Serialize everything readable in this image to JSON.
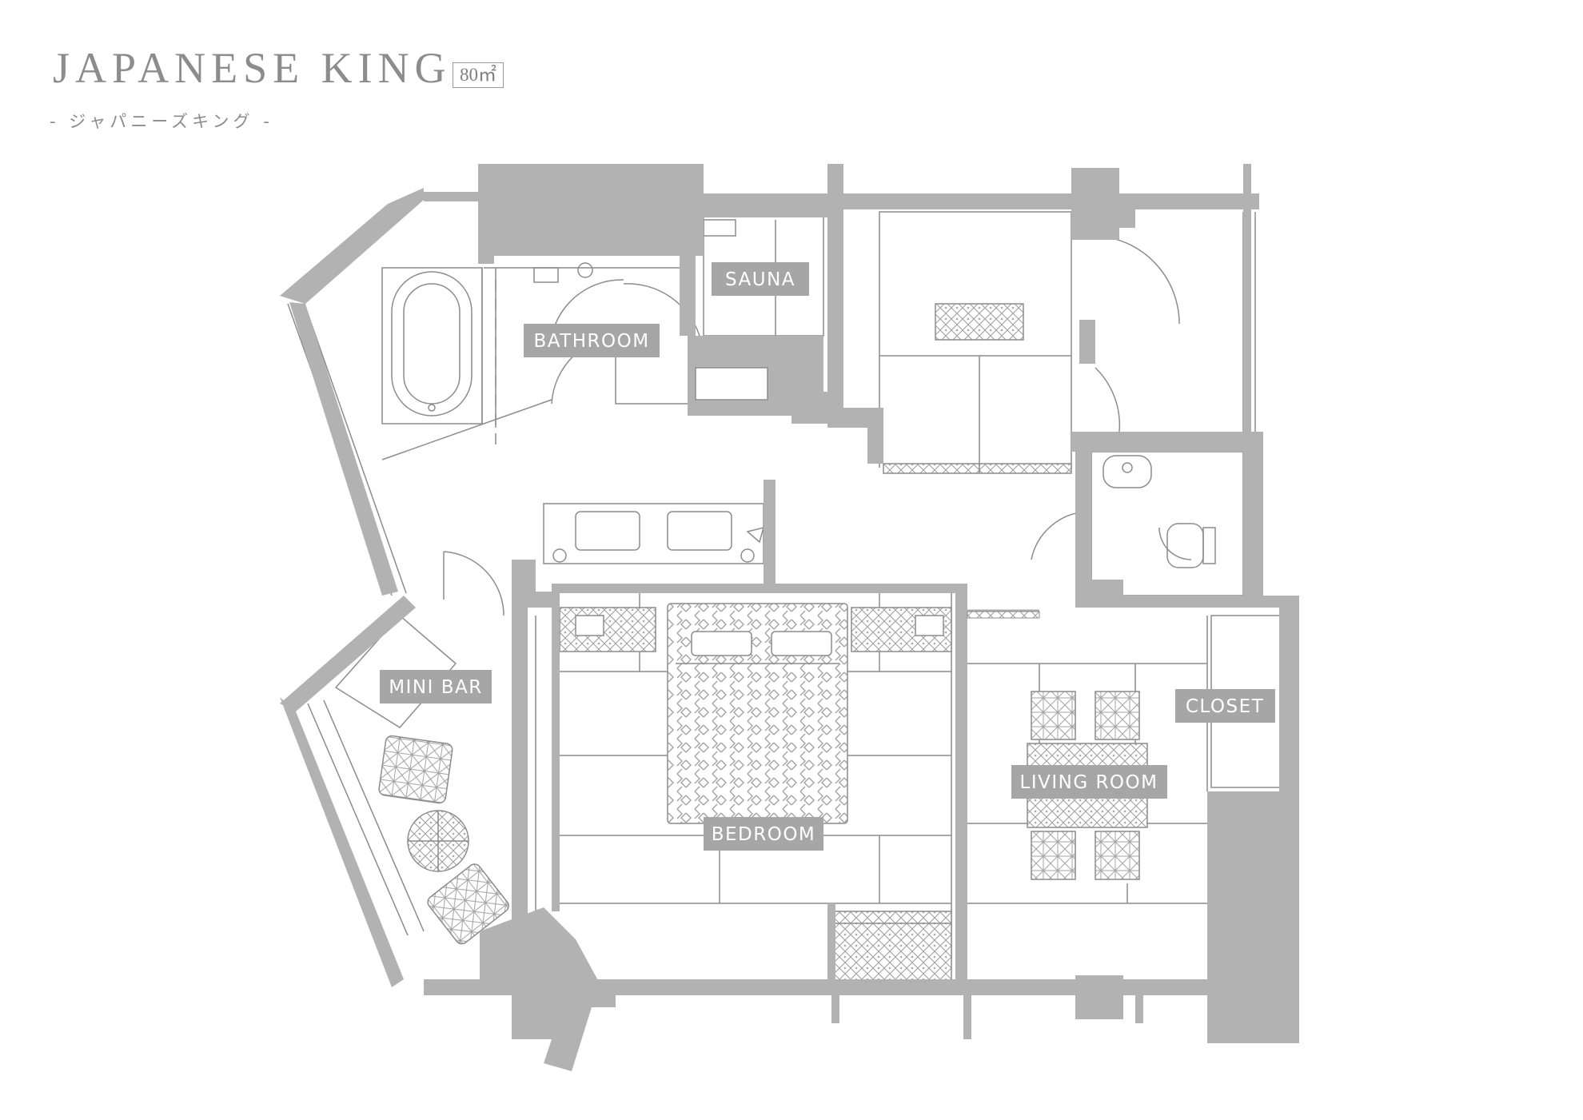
{
  "header": {
    "title": "JAPANESE KING",
    "area": "80㎡",
    "subtitle": "- ジャパニーズキング -"
  },
  "rooms": {
    "sauna": "SAUNA",
    "bathroom": "BATHROOM",
    "mini_bar": "MINI BAR",
    "bedroom": "BEDROOM",
    "closet": "CLOSET",
    "living_room": "LIVING ROOM"
  },
  "colors": {
    "wall": "#b2b2b2",
    "line": "#8c8c8c",
    "label_bg": "#a6a6a6",
    "text": "#8c8c8c"
  }
}
